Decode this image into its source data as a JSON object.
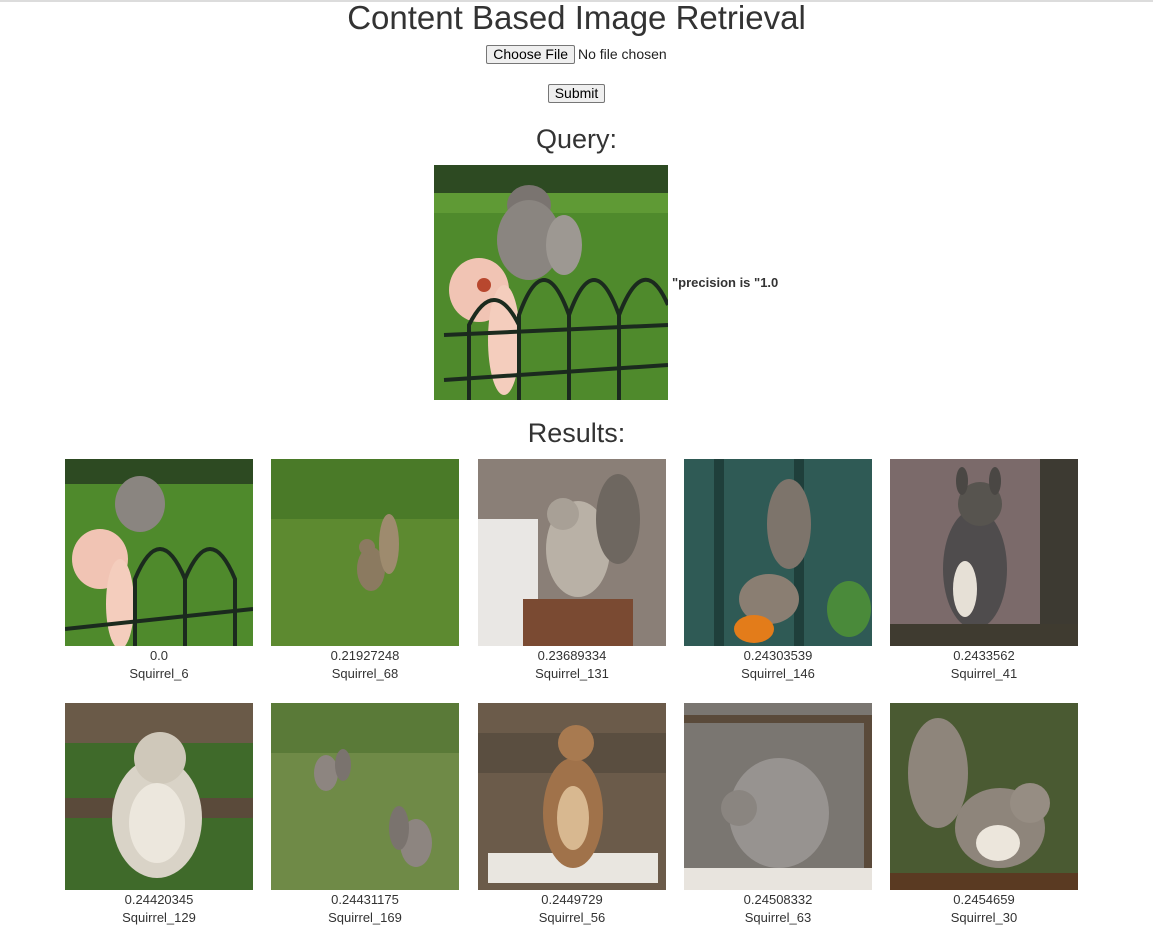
{
  "page": {
    "title": "Content Based Image Retrieval"
  },
  "upload": {
    "choose_file_label": "Choose File",
    "file_status": "No file chosen",
    "submit_label": "Submit"
  },
  "query": {
    "heading": "Query:",
    "precision_text": "\"precision is \"1.0"
  },
  "results": {
    "heading": "Results:",
    "items": [
      {
        "score": "0.0",
        "label": "Squirrel_6",
        "bg": "#4f7a2e",
        "subject": "#8a8580"
      },
      {
        "score": "0.21927248",
        "label": "Squirrel_68",
        "bg": "#5d8a30",
        "subject": "#8b7a60"
      },
      {
        "score": "0.23689334",
        "label": "Squirrel_131",
        "bg": "#8a7f77",
        "subject": "#b9b1a6"
      },
      {
        "score": "0.24303539",
        "label": "Squirrel_146",
        "bg": "#2f5a55",
        "subject": "#7d746b"
      },
      {
        "score": "0.2433562",
        "label": "Squirrel_41",
        "bg": "#7b6a6a",
        "subject": "#4f4c4d"
      },
      {
        "score": "0.24420345",
        "label": "Squirrel_129",
        "bg": "#3f6a2a",
        "subject": "#d9d3c7"
      },
      {
        "score": "0.24431175",
        "label": "Squirrel_169",
        "bg": "#6f8a47",
        "subject": "#8d8580"
      },
      {
        "score": "0.2449729",
        "label": "Squirrel_56",
        "bg": "#6b5b4a",
        "subject": "#a0724a"
      },
      {
        "score": "0.24508332",
        "label": "Squirrel_63",
        "bg": "#7a7671",
        "subject": "#979390"
      },
      {
        "score": "0.2454659",
        "label": "Squirrel_30",
        "bg": "#4a5a32",
        "subject": "#8e857b"
      }
    ]
  }
}
